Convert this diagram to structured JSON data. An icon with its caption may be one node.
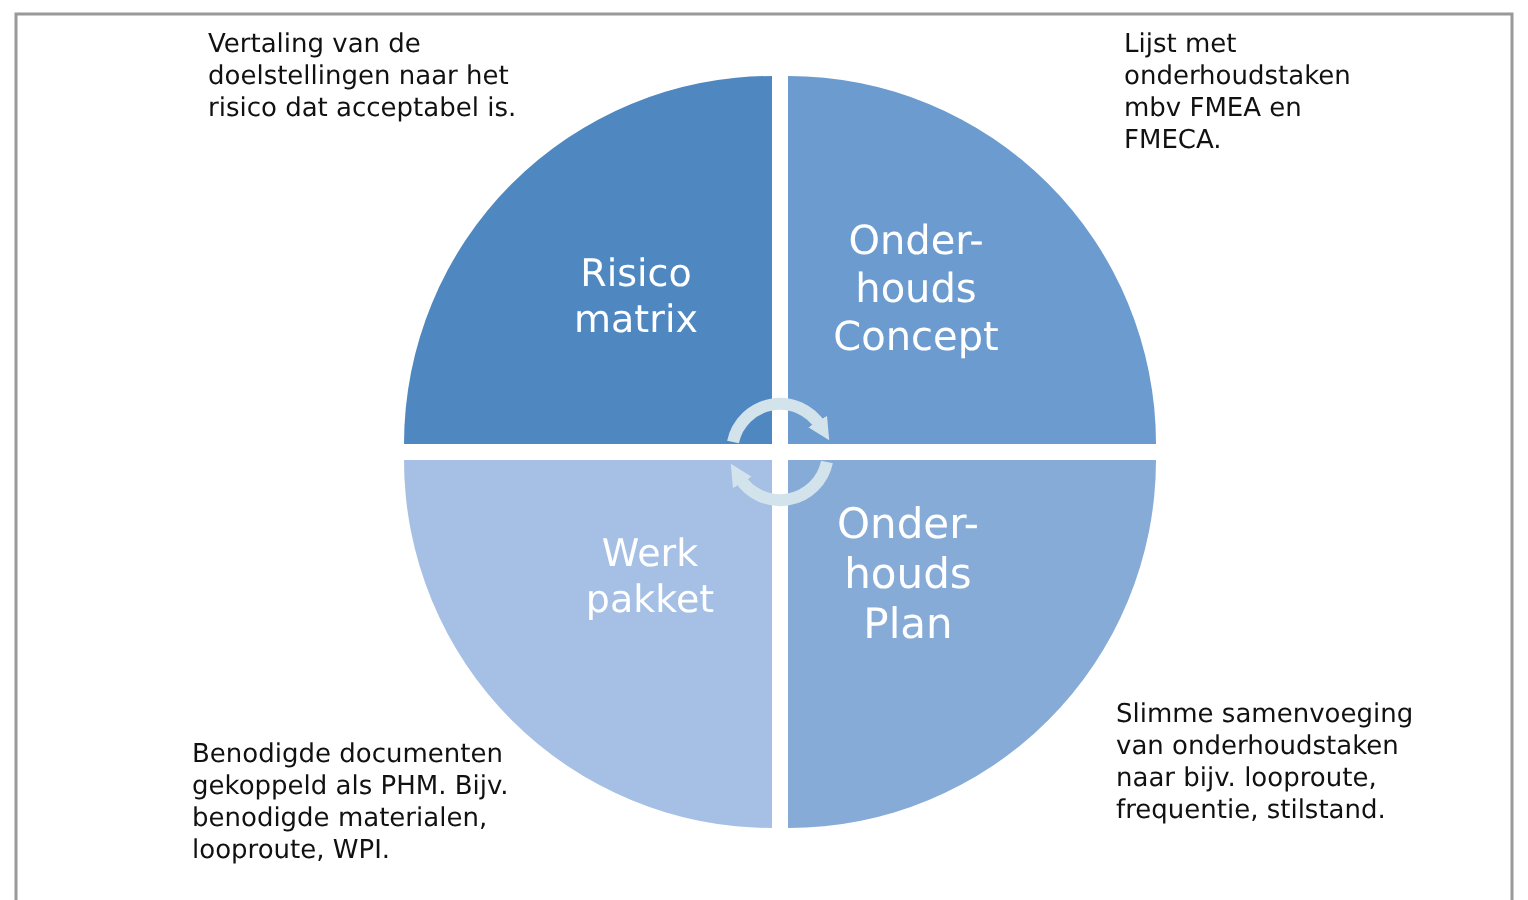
{
  "diagram": {
    "nodes": [
      {
        "text": [
          "Risico matrix"
        ],
        "beside": [
          "Vertaling van de doelstellingen naar het risico dat acceptabel is."
        ]
      },
      {
        "text": [
          "Onder-houds Concept"
        ],
        "beside": [
          "Lijst met onderhoudstaken mbv FMEA en FMECA."
        ]
      },
      {
        "text": [
          "Werk pakket"
        ],
        "beside": [
          "Benodigde documenten gekoppeld als PHM. Bijv. benodigde materialen, looproute, WPI."
        ]
      },
      {
        "text": [
          "Onder-houds Plan"
        ],
        "beside": [
          "Slimme samenvoeging van onderhoudstaken naar bijv. looproute, frequentie, stilstand."
        ]
      }
    ],
    "edges": [
      {
        "from": 0,
        "to": 1,
        "arrow": "to"
      },
      {
        "from": 3,
        "to": 2,
        "arrow": "to"
      }
    ]
  }
}
